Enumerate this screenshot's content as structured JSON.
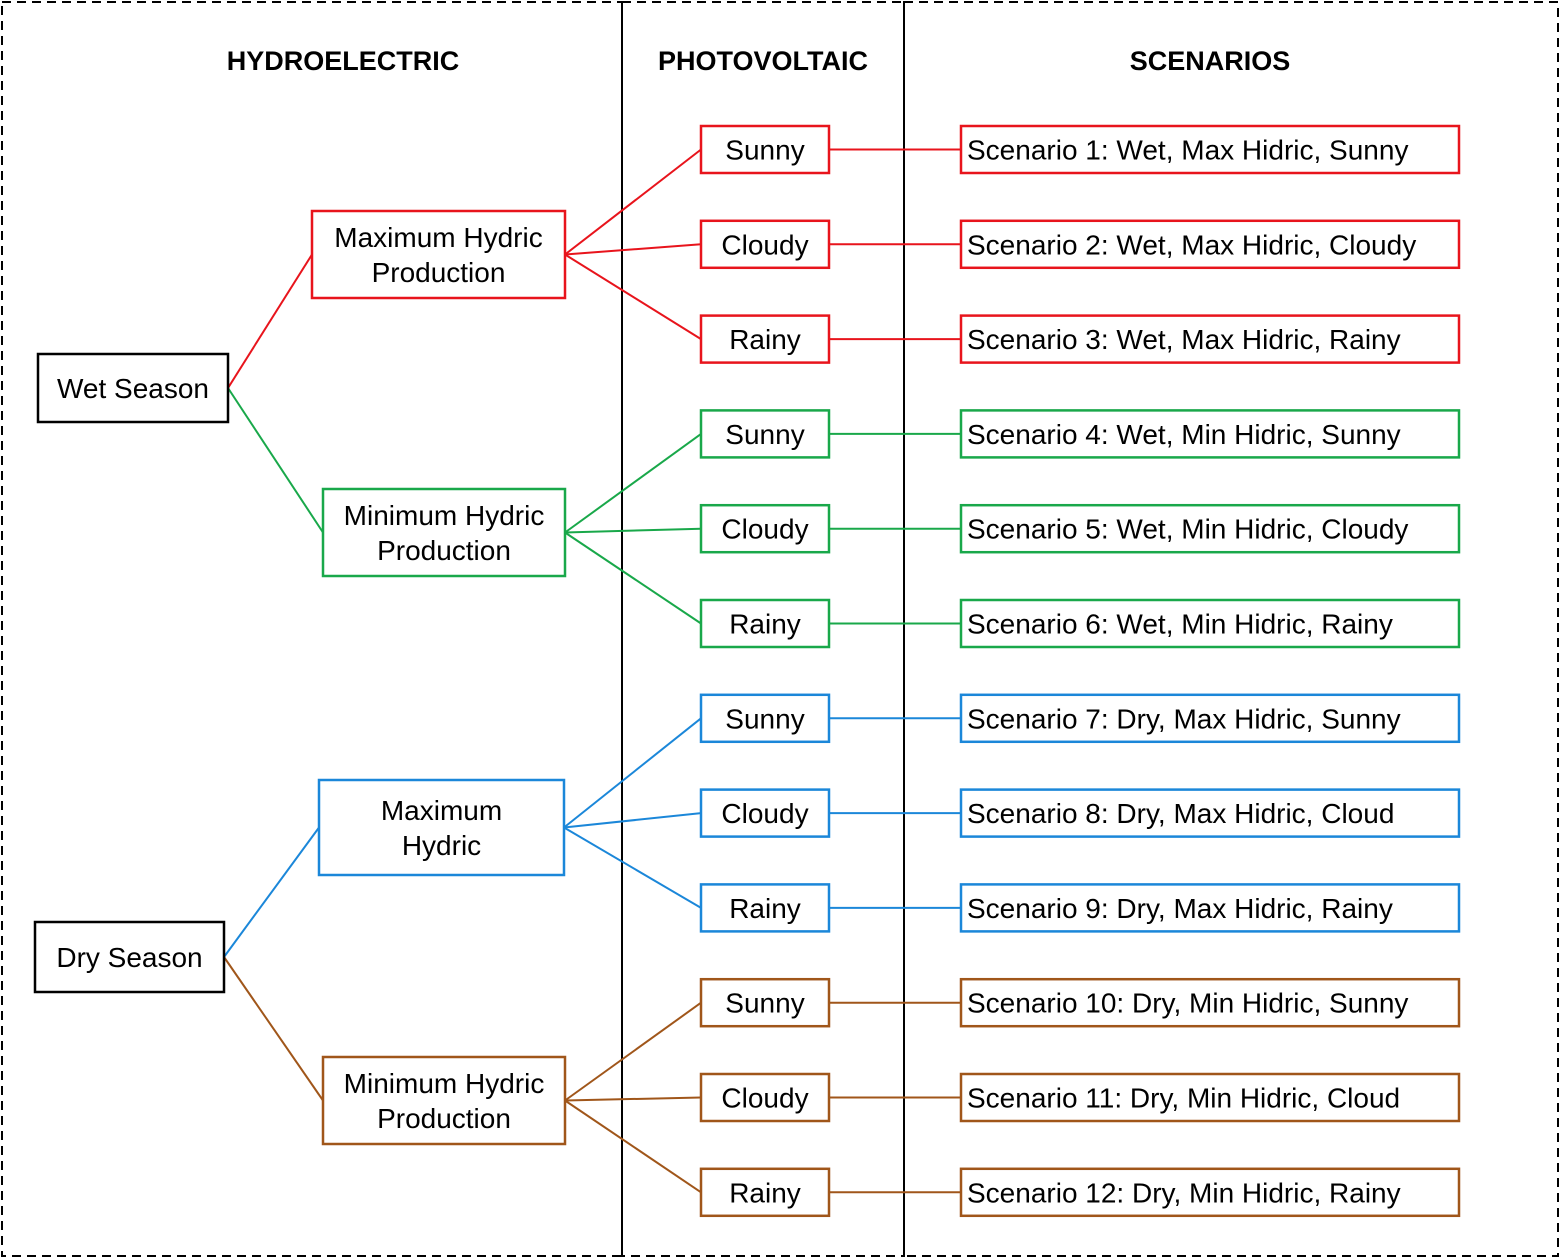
{
  "headers": {
    "hydro": "HYDROELECTRIC",
    "pv": "PHOTOVOLTAIC",
    "scen": "SCENARIOS"
  },
  "colors": {
    "red": "#e8141c",
    "green": "#19a84a",
    "blue": "#1b87d9",
    "brown": "#a0561a",
    "black": "#000000"
  },
  "seasons": [
    {
      "label": "Wet Season"
    },
    {
      "label": "Dry Season"
    }
  ],
  "hydric": [
    {
      "lines": [
        "Maximum Hydric",
        "Production"
      ],
      "color": "red"
    },
    {
      "lines": [
        "Minimum Hydric",
        "Production"
      ],
      "color": "green"
    },
    {
      "lines": [
        "Maximum",
        "Hydric"
      ],
      "color": "blue"
    },
    {
      "lines": [
        "Minimum Hydric",
        "Production"
      ],
      "color": "brown"
    }
  ],
  "weather": [
    "Sunny",
    "Cloudy",
    "Rainy"
  ],
  "scenarios": [
    "Scenario 1: Wet, Max Hidric, Sunny",
    "Scenario 2: Wet, Max Hidric, Cloudy",
    "Scenario 3: Wet, Max Hidric, Rainy",
    "Scenario 4: Wet, Min Hidric, Sunny",
    "Scenario 5: Wet, Min Hidric, Cloudy",
    "Scenario 6: Wet, Min Hidric, Rainy",
    "Scenario 7: Dry, Max Hidric, Sunny",
    "Scenario 8: Dry, Max Hidric, Cloud",
    "Scenario 9: Dry, Max Hidric, Rainy",
    "Scenario 10: Dry, Min Hidric, Sunny",
    "Scenario 11: Dry, Min Hidric, Cloud",
    "Scenario 12: Dry, Min Hidric, Rainy"
  ]
}
